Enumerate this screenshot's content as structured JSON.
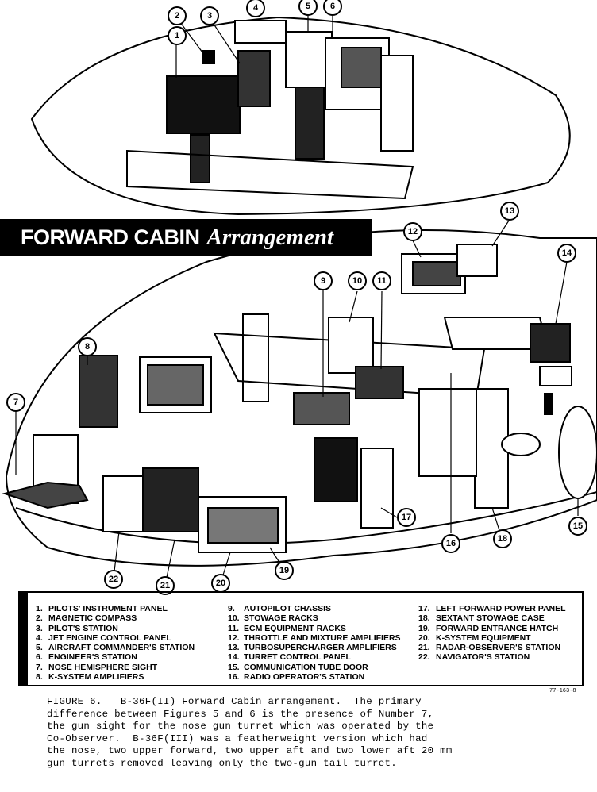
{
  "banner": {
    "title": "FORWARD CABIN",
    "title_italic": "Arrangement"
  },
  "callouts": [
    "1",
    "2",
    "3",
    "4",
    "5",
    "6",
    "7",
    "8",
    "9",
    "10",
    "11",
    "12",
    "13",
    "14",
    "15",
    "16",
    "17",
    "18",
    "19",
    "20",
    "21",
    "22"
  ],
  "legend": {
    "col1": [
      {
        "n": "1.",
        "t": "PILOTS' INSTRUMENT PANEL"
      },
      {
        "n": "2.",
        "t": "MAGNETIC COMPASS"
      },
      {
        "n": "3.",
        "t": "PILOT'S STATION"
      },
      {
        "n": "4.",
        "t": "JET ENGINE CONTROL PANEL"
      },
      {
        "n": "5.",
        "t": "AIRCRAFT COMMANDER'S STATION"
      },
      {
        "n": "6.",
        "t": "ENGINEER'S STATION"
      },
      {
        "n": "7.",
        "t": "NOSE HEMISPHERE SIGHT"
      },
      {
        "n": "8.",
        "t": "K-SYSTEM AMPLIFIERS"
      }
    ],
    "col2": [
      {
        "n": "9.",
        "t": "AUTOPILOT CHASSIS"
      },
      {
        "n": "10.",
        "t": "STOWAGE RACKS"
      },
      {
        "n": "11.",
        "t": "ECM EQUIPMENT RACKS"
      },
      {
        "n": "12.",
        "t": "THROTTLE AND MIXTURE AMPLIFIERS"
      },
      {
        "n": "13.",
        "t": "TURBOSUPERCHARGER AMPLIFIERS"
      },
      {
        "n": "14.",
        "t": "TURRET CONTROL PANEL"
      },
      {
        "n": "15.",
        "t": "COMMUNICATION TUBE DOOR"
      },
      {
        "n": "16.",
        "t": "RADIO OPERATOR'S STATION"
      }
    ],
    "col3": [
      {
        "n": "17.",
        "t": "LEFT FORWARD POWER PANEL"
      },
      {
        "n": "18.",
        "t": "SEXTANT STOWAGE CASE"
      },
      {
        "n": "19.",
        "t": "FORWARD ENTRANCE HATCH"
      },
      {
        "n": "20.",
        "t": "K-SYSTEM EQUIPMENT"
      },
      {
        "n": "21.",
        "t": "RADAR-OBSERVER'S STATION"
      },
      {
        "n": "22.",
        "t": "NAVIGATOR'S STATION"
      }
    ]
  },
  "figure_code": "77-163-8",
  "caption": {
    "label": "FIGURE 6.",
    "line1": "   B-36F(II) Forward Cabin arrangement.  The primary",
    "line2": "difference between Figures 5 and 6 is the presence of Number 7,",
    "line3": "the gun sight for the nose gun turret which was operated by the",
    "line4": "Co-Observer.  B-36F(III) was a featherweight version which had",
    "line5": "the nose, two upper forward, two upper aft and two lower aft 20 mm",
    "line6": "gun turrets removed leaving only the two-gun tail turret."
  }
}
